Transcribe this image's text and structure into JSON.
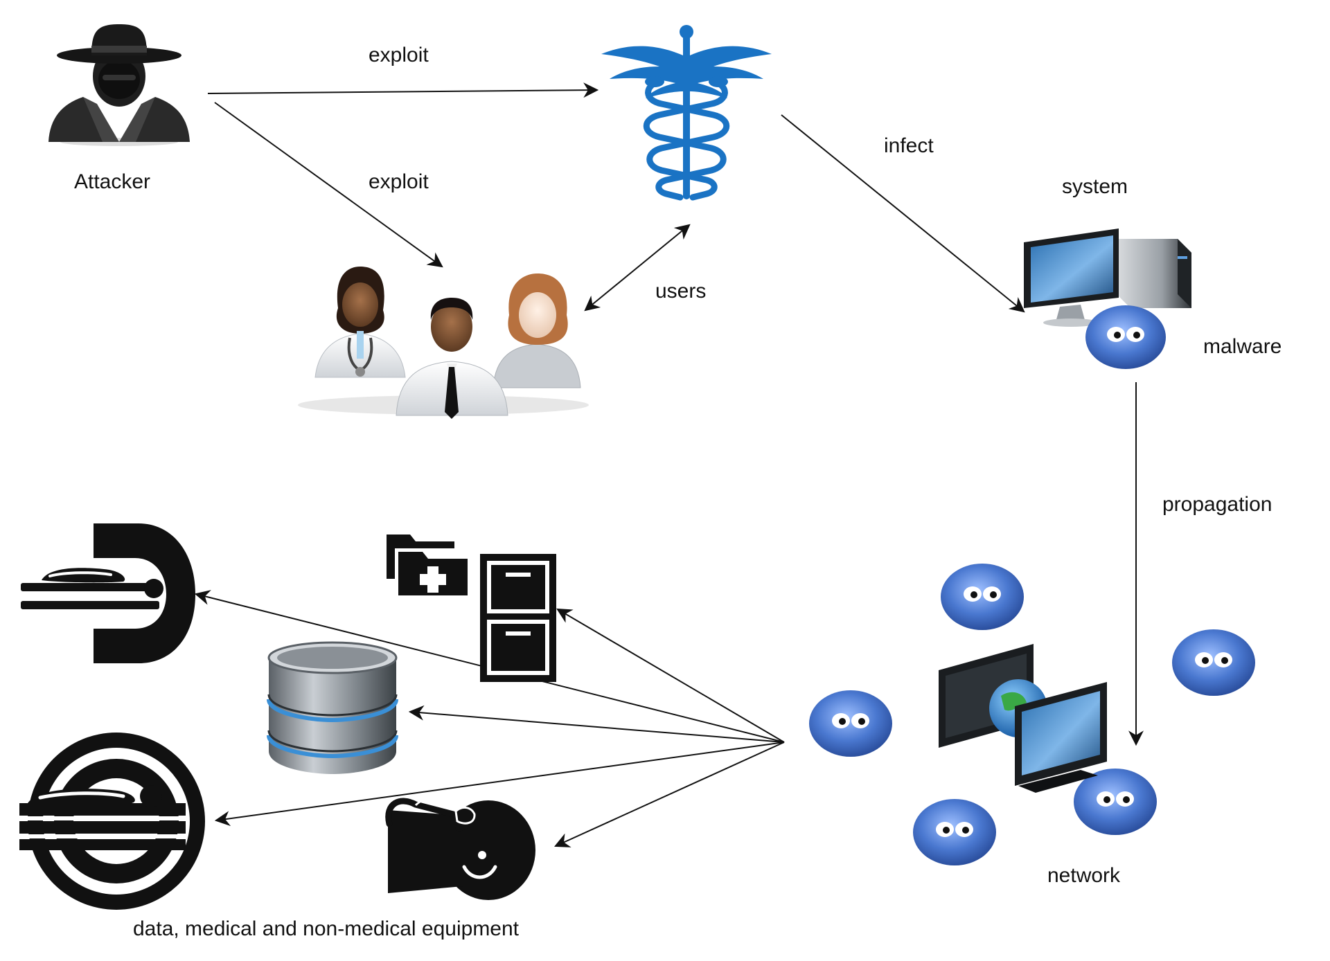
{
  "labels": {
    "attacker": "Attacker",
    "exploit_top": "exploit",
    "exploit_mid": "exploit",
    "infect": "infect",
    "system": "system",
    "users": "users",
    "malware": "malware",
    "propagation": "propagation",
    "network": "network",
    "assets": "data, medical and non-medical equipment"
  },
  "icons": [
    "attacker-icon",
    "caduceus-icon",
    "users-icon",
    "computer-system-icon",
    "malware-icon",
    "network-icon",
    "ct-scanner-icon",
    "mri-scanner-icon",
    "database-icon",
    "medical-folder-icon",
    "file-cabinet-icon",
    "ultrasound-icon"
  ],
  "colors": {
    "caduceus": "#1a73c4",
    "malware": "#4a78d0",
    "arrow": "#111111",
    "equipment": "#111111"
  }
}
